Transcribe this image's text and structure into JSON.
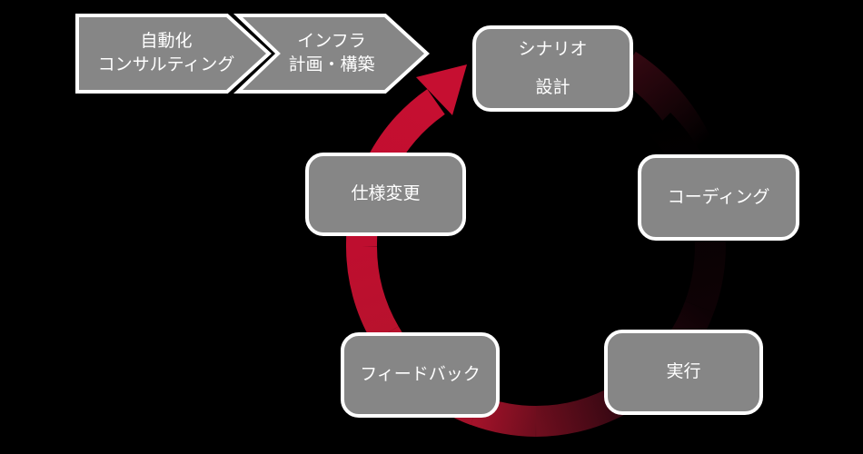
{
  "colors": {
    "background": "#000000",
    "shape_fill": "#868686",
    "shape_border": "#FFFFFF",
    "label_text": "#FFFFFF",
    "ribbon_head": "#C60F31",
    "ribbon_bright": "#BE0E2F",
    "ribbon_bright2": "#B8122D",
    "ribbon_mid": "#A4122A",
    "ribbon_dim": "#6E0E1E",
    "ribbon_dark": "#300711",
    "ribbon_faint": "#0E0205",
    "ribbon_black": "#000000",
    "ribbon_tailstart": "#330811"
  },
  "process_arrows": {
    "step1": {
      "line1": "自動化",
      "line2": "コンサルティング"
    },
    "step2": {
      "line1": "インフラ",
      "line2": "計画・構築"
    }
  },
  "cycle": {
    "scenario": {
      "line1": "シナリオ",
      "line2": "設計"
    },
    "coding": {
      "label": "コーディング"
    },
    "execution": {
      "label": "実行"
    },
    "feedback": {
      "label": "フィードバック"
    },
    "spec_change": {
      "label": "仕様変更"
    }
  }
}
